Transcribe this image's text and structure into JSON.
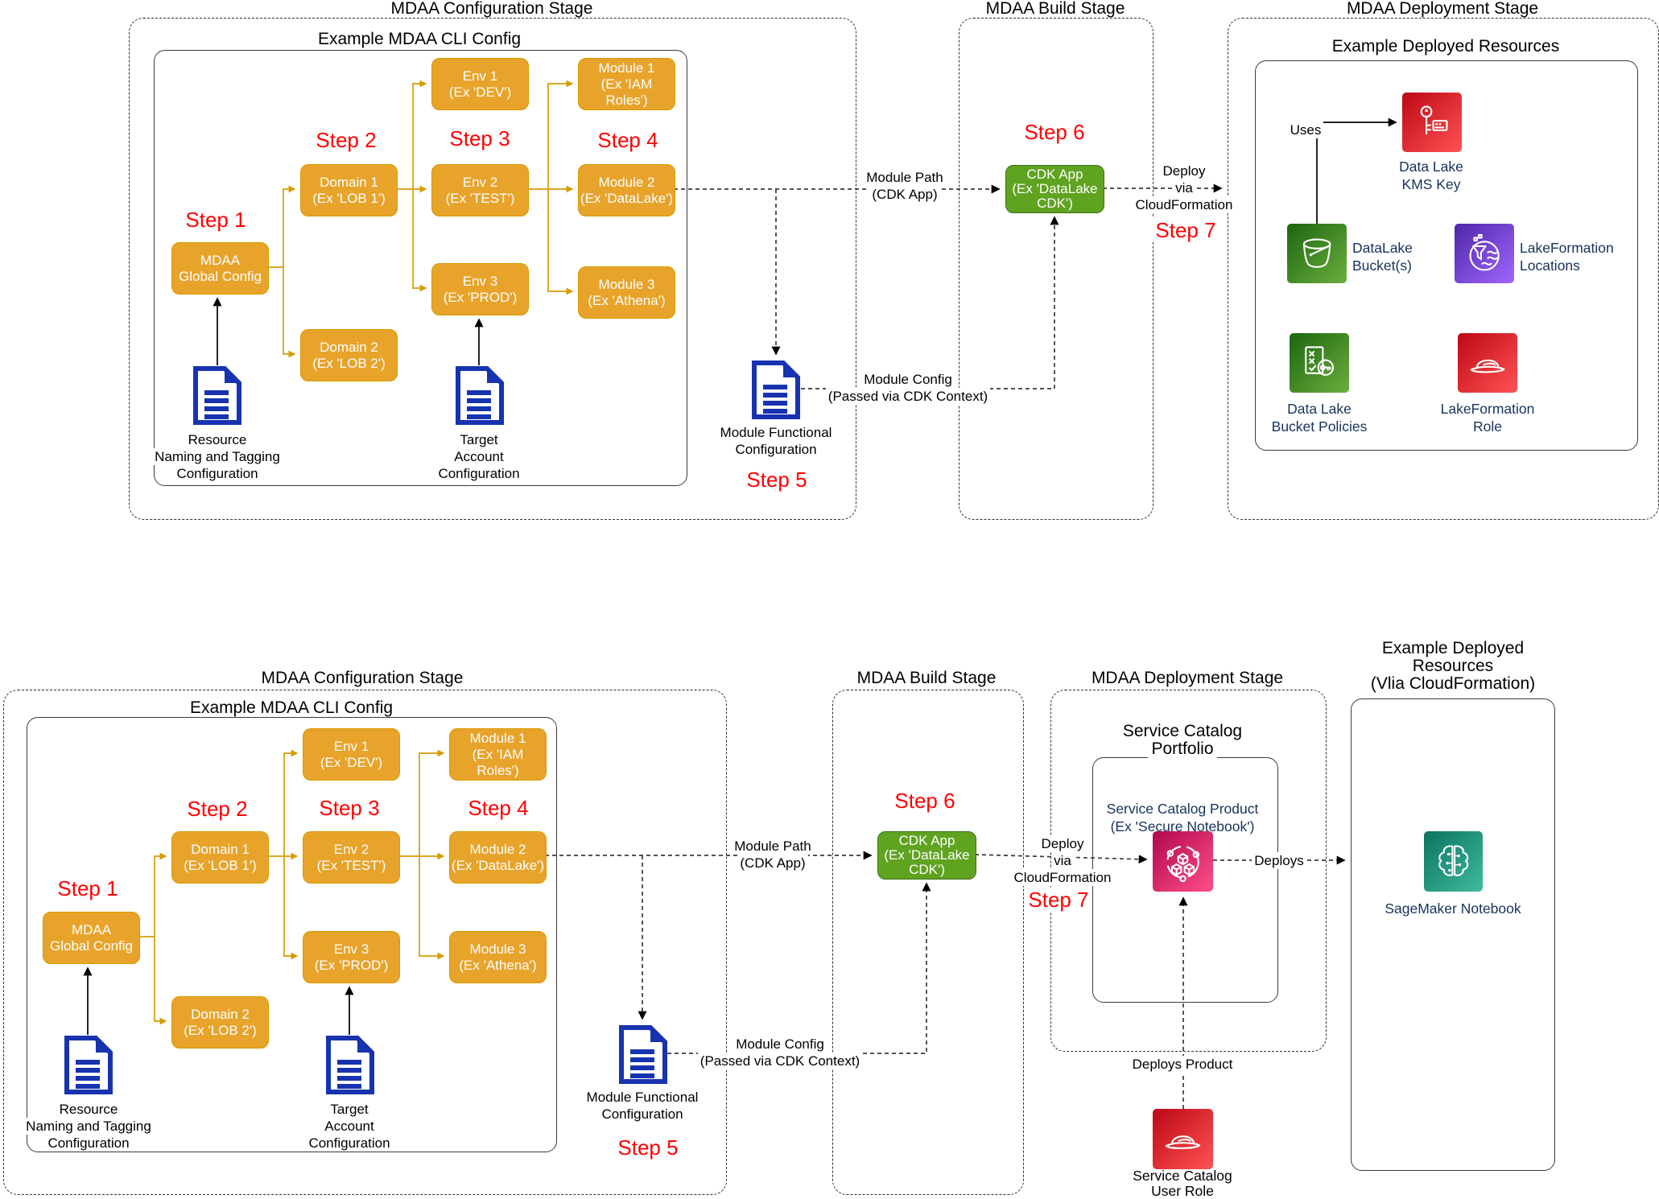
{
  "colors": {
    "box_orange": "#e8a32b",
    "box_orange_border": "#d79b00",
    "cdk_green": "#5fa321",
    "cdk_green_border": "#3e7117",
    "step_red": "#ff0000",
    "document_blue": "#1733b0",
    "icon_red": "#bd0816",
    "icon_green": "#1b660f",
    "icon_purple": "#4d27a8",
    "icon_pink": "#b0084d",
    "icon_teal": "#0d7361",
    "connector_orange": "#d79b00",
    "connector_black": "#000000"
  },
  "top": {
    "config_title": "MDAA Configuration Stage",
    "cli_title": "Example MDAA CLI Config",
    "build_title": "MDAA Build Stage",
    "deploy_title": "MDAA Deployment Stage",
    "edr_title": "Example Deployed Resources",
    "steps": {
      "s1": "Step 1",
      "s2": "Step 2",
      "s3": "Step 3",
      "s4": "Step 4",
      "s5": "Step 5",
      "s6": "Step 6",
      "s7": "Step 7"
    },
    "boxes": {
      "global": [
        "MDAA",
        "Global Config"
      ],
      "domain1": [
        "Domain 1",
        "(Ex 'LOB 1')"
      ],
      "domain2": [
        "Domain 2",
        "(Ex 'LOB 2')"
      ],
      "env1": [
        "Env 1",
        "(Ex 'DEV')"
      ],
      "env2": [
        "Env 2",
        "(Ex 'TEST')"
      ],
      "env3": [
        "Env 3",
        "(Ex 'PROD')"
      ],
      "module1": [
        "Module 1",
        "(Ex 'IAM Roles')"
      ],
      "module2": [
        "Module 2",
        "(Ex 'DataLake')"
      ],
      "module3": [
        "Module 3",
        "(Ex 'Athena')"
      ],
      "cdk": [
        "CDK App",
        "(Ex 'DataLake",
        "CDK')"
      ]
    },
    "docs": {
      "resource": [
        "Resource",
        "Naming and Tagging",
        "Configuration"
      ],
      "target": [
        "Target",
        "Account",
        "Configuration"
      ],
      "module": [
        "Module Functional",
        "Configuration"
      ]
    },
    "labels": {
      "module_path": [
        "Module Path",
        "(CDK App)"
      ],
      "module_config": [
        "Module Config",
        "(Passed via CDK Context)"
      ],
      "deploy": [
        "Deploy",
        "via",
        "CloudFormation"
      ],
      "uses": "Uses"
    },
    "resources": {
      "kms": [
        "Data Lake",
        "KMS Key"
      ],
      "bucket": [
        "DataLake",
        "Bucket(s)"
      ],
      "lf_locations": [
        "LakeFormation",
        "Locations"
      ],
      "bucket_policies": [
        "Data Lake",
        "Bucket Policies"
      ],
      "lf_role": [
        "LakeFormation",
        "Role"
      ]
    }
  },
  "bottom": {
    "config_title": "MDAA Configuration Stage",
    "cli_title": "Example MDAA CLI Config",
    "build_title": "MDAA Build Stage",
    "deploy_title": "MDAA Deployment Stage",
    "edr_title": [
      "Example Deployed",
      "Resources",
      "(Vlia CloudFormation)"
    ],
    "portfolio_title": [
      "Service Catalog",
      "Portfolio"
    ],
    "product_label": [
      "Service Catalog Product",
      "(Ex 'Secure Notebook')"
    ],
    "sagemaker_label": "SageMaker Notebook",
    "user_role_label": [
      "Service Catalog",
      "User Role"
    ],
    "steps": {
      "s1": "Step 1",
      "s2": "Step 2",
      "s3": "Step 3",
      "s4": "Step 4",
      "s5": "Step 5",
      "s6": "Step 6",
      "s7": "Step 7"
    },
    "boxes": {
      "global": [
        "MDAA",
        "Global Config"
      ],
      "domain1": [
        "Domain 1",
        "(Ex 'LOB 1')"
      ],
      "domain2": [
        "Domain 2",
        "(Ex 'LOB 2')"
      ],
      "env1": [
        "Env 1",
        "(Ex 'DEV')"
      ],
      "env2": [
        "Env 2",
        "(Ex 'TEST')"
      ],
      "env3": [
        "Env 3",
        "(Ex 'PROD')"
      ],
      "module1": [
        "Module 1",
        "(Ex 'IAM Roles')"
      ],
      "module2": [
        "Module 2",
        "(Ex 'DataLake')"
      ],
      "module3": [
        "Module 3",
        "(Ex 'Athena')"
      ],
      "cdk": [
        "CDK App",
        "(Ex 'DataLake",
        "CDK')"
      ]
    },
    "docs": {
      "resource": [
        "Resource",
        "Naming and Tagging",
        "Configuration"
      ],
      "target": [
        "Target",
        "Account",
        "Configuration"
      ],
      "module": [
        "Module Functional",
        "Configuration"
      ]
    },
    "labels": {
      "module_path": [
        "Module Path",
        "(CDK App)"
      ],
      "module_config": [
        "Module Config",
        "(Passed via CDK Context)"
      ],
      "deploy": [
        "Deploy",
        "via",
        "CloudFormation"
      ],
      "deploys": "Deploys",
      "deploys_product": "Deploys Product"
    }
  }
}
